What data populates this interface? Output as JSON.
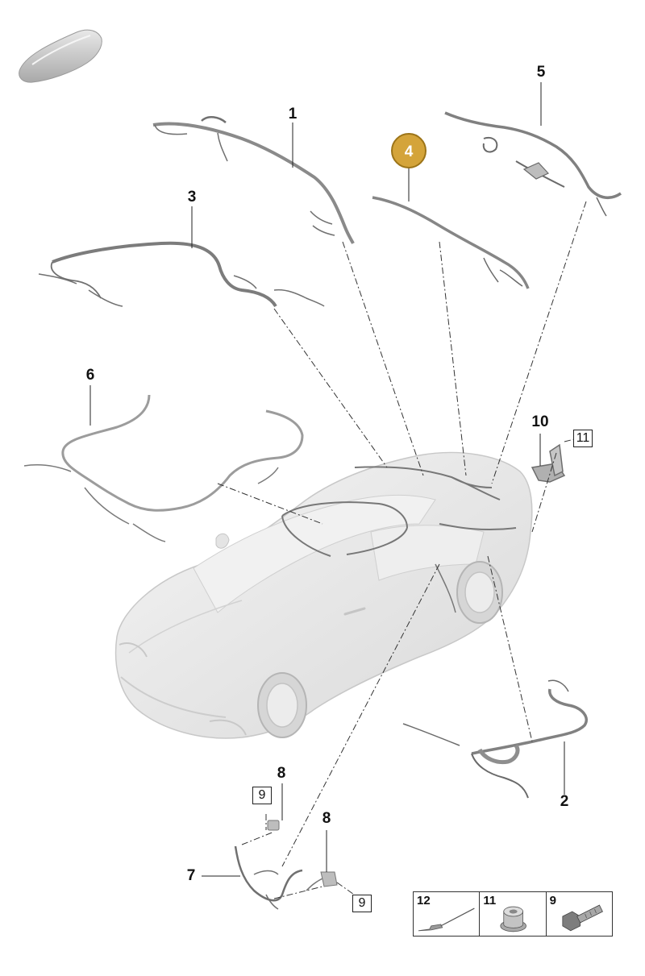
{
  "callouts": {
    "c1": "1",
    "c2": "2",
    "c3": "3",
    "c4": "4",
    "c5": "5",
    "c6": "6",
    "c7": "7",
    "c8a": "8",
    "c8b": "8",
    "c9a": "9",
    "c9b": "9",
    "c10": "10",
    "c11": "11"
  },
  "legend": {
    "item12": "12",
    "item11": "11",
    "item9": "9"
  },
  "colors": {
    "highlight": "#d4a43a",
    "car_body": "#e9e9e9",
    "harness": "#6f6f6f"
  }
}
